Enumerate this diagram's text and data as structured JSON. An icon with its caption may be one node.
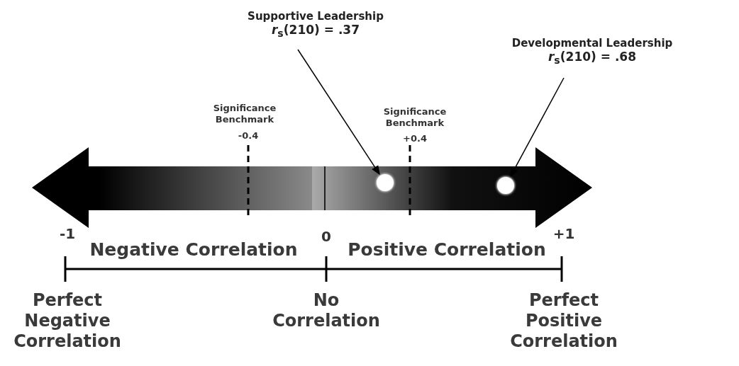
{
  "diagram": {
    "nodes": [
      {
        "text": [
          "Supportive Leadership",
          "*r*$_{s}$(210) = .37"
        ]
      },
      {
        "text": [
          "Developmental Leadership",
          "*r*$_{s}$(210) = .68"
        ]
      },
      {
        "text": [],
        "shape": "circle"
      },
      {
        "text": [],
        "shape": "circle"
      }
    ],
    "edges": [
      {
        "from": 0,
        "to": 2,
        "arrow": "to"
      },
      {
        "from": 1,
        "to": 3,
        "arrow": "to"
      }
    ],
    "labels": [
      "Significance Benchmark",
      "-0.4",
      "Significance Benchmark",
      "+0.4",
      "-1",
      "0",
      "+1",
      "Negative Correlation",
      "Positive Correlation",
      "Perfect Negative Correlation",
      "No Correlation",
      "Perfect Positive Correlation"
    ]
  }
}
